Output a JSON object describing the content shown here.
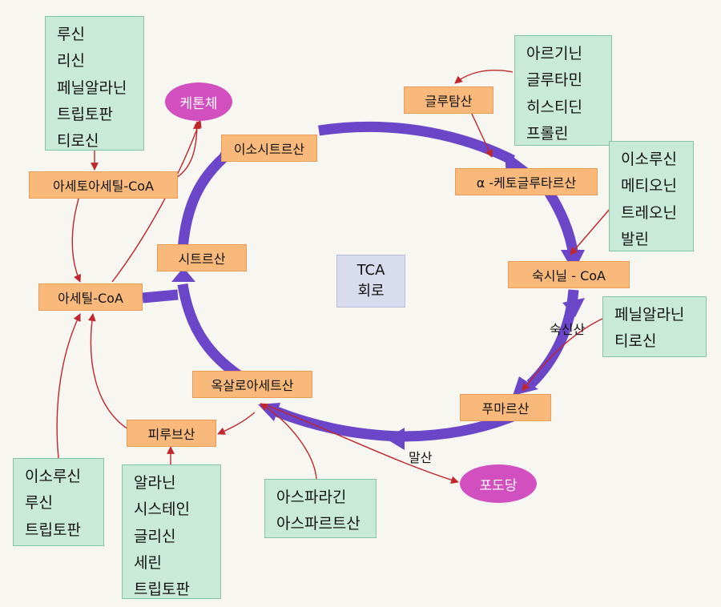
{
  "tca_center": {
    "line1": "TCA",
    "line2": "회로"
  },
  "intermediates": {
    "isocitrate": "이소시트르산",
    "citrate": "시트르산",
    "oxaloacetate": "옥살로아세트산",
    "alpha_ketoglutarate": "α -케토글루타르산",
    "succinyl_coa": "숙시닐 - CoA",
    "fumarate": "푸마르산",
    "glutamate": "글루탐산",
    "acetoacetyl_coa": "아세토아세틸-CoA",
    "acetyl_coa": "아세틸-CoA",
    "pyruvate": "피루브산"
  },
  "labels": {
    "succinate": "숙신산",
    "malate": "말산"
  },
  "products": {
    "ketone_bodies": "케톤체",
    "glucose": "포도당"
  },
  "amino_acid_groups": {
    "ketogenic_top": [
      "루신",
      "리신",
      "페닐알라닌",
      "트립토판",
      "티로신"
    ],
    "glutamate_family": [
      "아르기닌",
      "글루타민",
      "히스티딘",
      "프롤린"
    ],
    "succinyl_family": [
      "이소루신",
      "메티오닌",
      "트레오닌",
      "발린"
    ],
    "fumarate_family": [
      "페닐알라닌",
      "티로신"
    ],
    "oxaloacetate_family": [
      "아스파라긴",
      "아스파르트산"
    ],
    "pyruvate_family": [
      "알라닌",
      "시스테인",
      "글리신",
      "세린",
      "트립토판"
    ],
    "acetyl_bottom": [
      "이소루신",
      "루신",
      "트립토판"
    ]
  },
  "colors": {
    "cycle_arrow": "#6b46c8",
    "connector": "#c0262b",
    "intermediate_fill": "#f9b97b",
    "amino_fill": "#c9ead9",
    "product_fill": "#d24fc0",
    "center_fill": "#d9dcef"
  }
}
